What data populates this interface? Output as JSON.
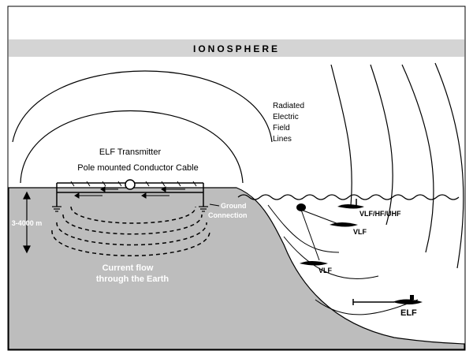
{
  "ionosphere_label": "IONOSPHERE",
  "radiated_lines": [
    "Radiated",
    "Electric",
    "Field",
    "Lines"
  ],
  "transmitter_label": "ELF Transmitter",
  "cable_label": "Pole mounted Conductor Cable",
  "ground_connection": [
    "Ground",
    "Connection"
  ],
  "depth_label": "3-4000 m",
  "current_flow": [
    "Current flow",
    "through the Earth"
  ],
  "band_labels": {
    "surface": "VLF/HF/UHF",
    "shallow": "VLF",
    "mid": "VLF",
    "deep": "ELF"
  },
  "colors": {
    "ionosphere_band": "#d4d4d4",
    "ground": "#bdbdbd",
    "line": "#000000",
    "text": "#000000",
    "white_text": "#ffffff"
  }
}
